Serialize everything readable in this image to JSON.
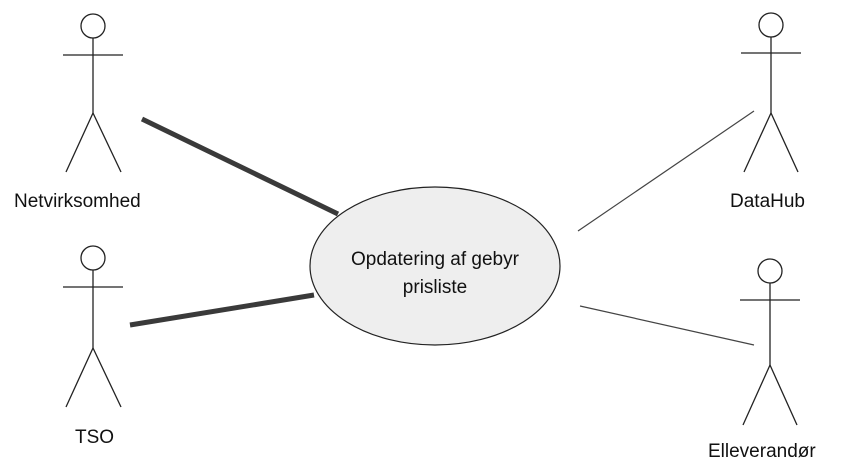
{
  "use_case": {
    "line1": "Opdatering af gebyr",
    "line2": "prisliste"
  },
  "actors": {
    "netvirksomhed": "Netvirksomhed",
    "tso": "TSO",
    "datahub": "DataHub",
    "elleverandor": "Elleverandør"
  },
  "colors": {
    "ellipse_fill": "#eeeeee",
    "stroke": "#222222",
    "thick_link": "#3a3a3a",
    "thin_link": "#333333"
  }
}
